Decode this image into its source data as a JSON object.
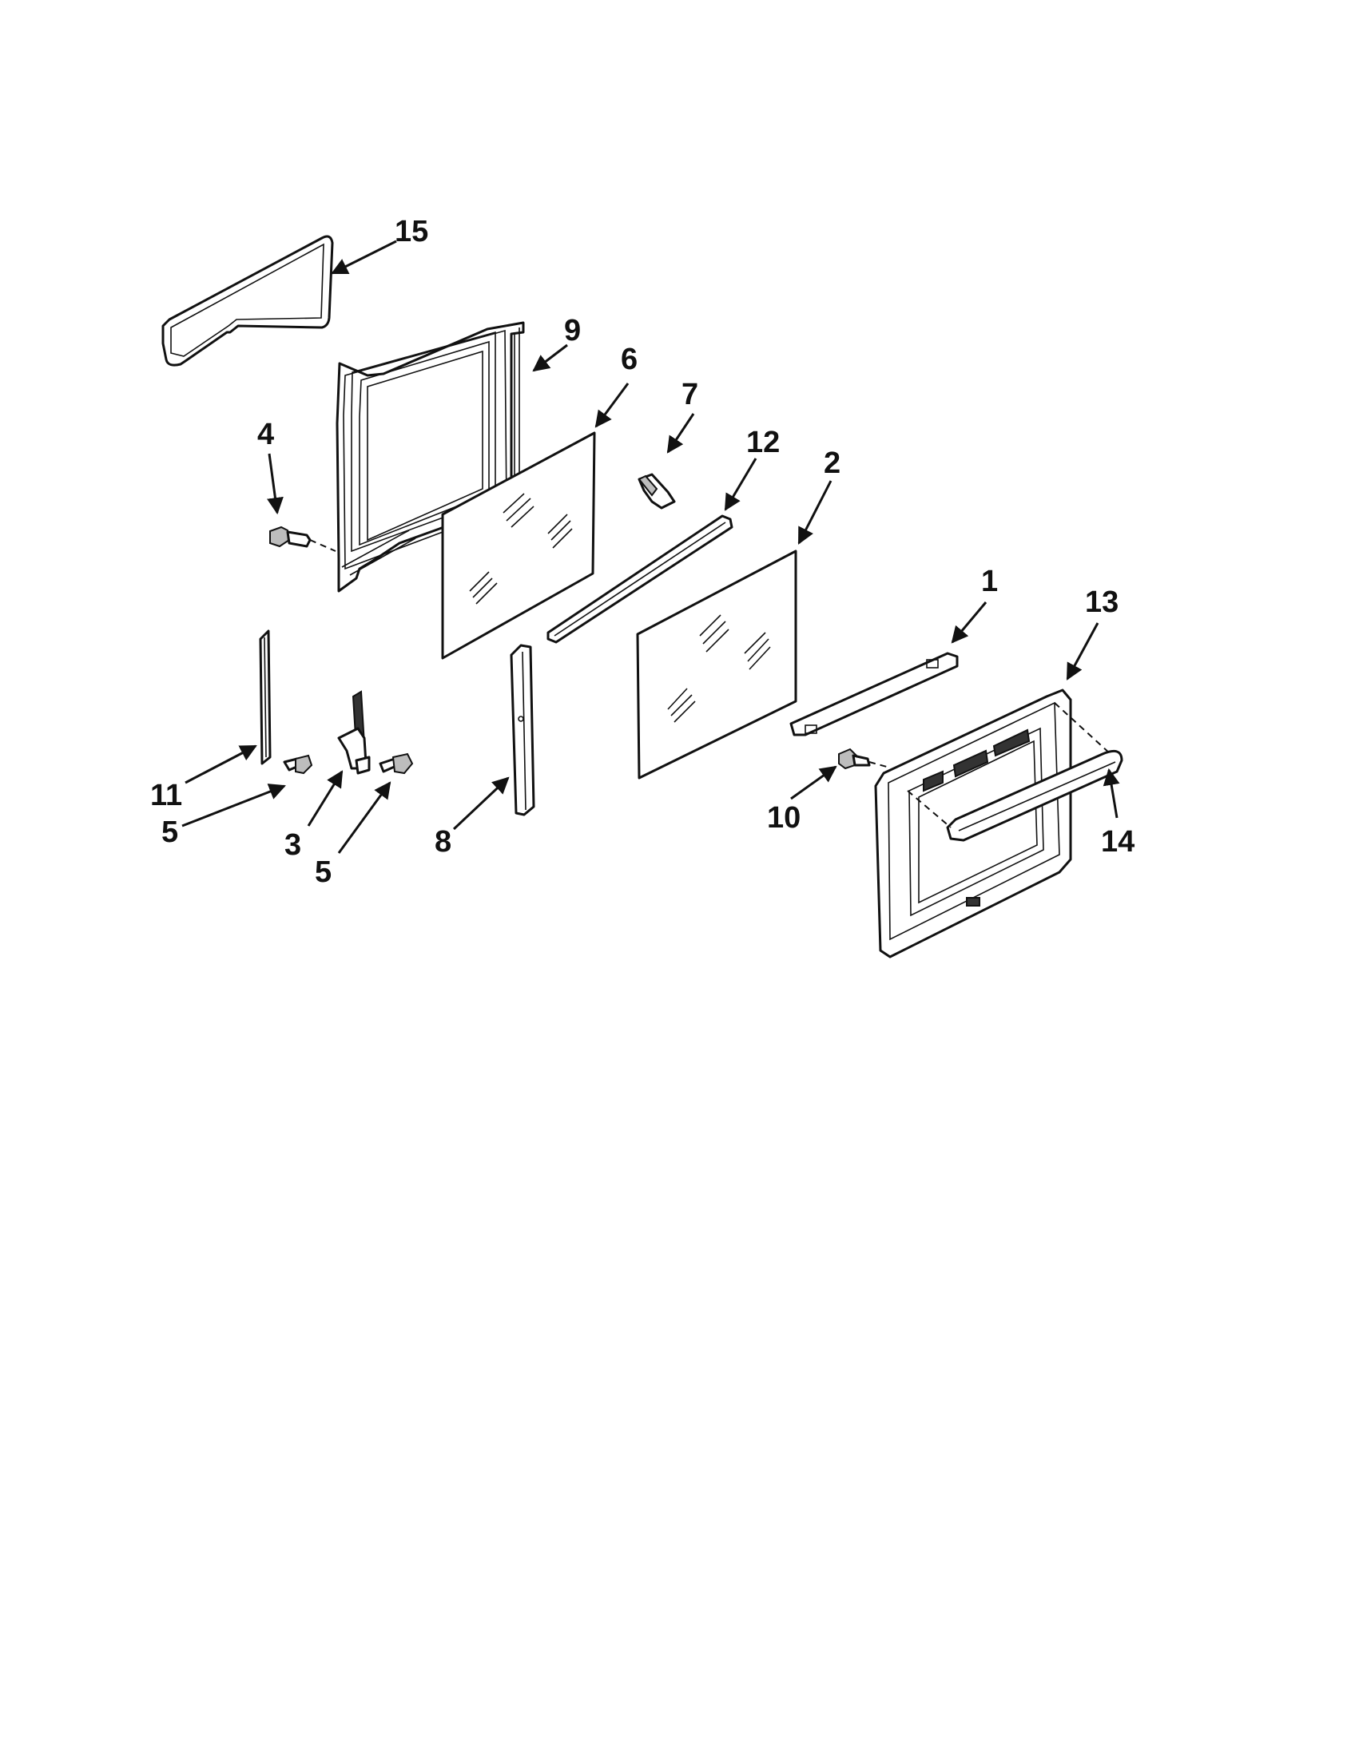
{
  "diagram": {
    "callouts": [
      {
        "id": "p1",
        "label": "1"
      },
      {
        "id": "p2",
        "label": "2"
      },
      {
        "id": "p3",
        "label": "3"
      },
      {
        "id": "p4",
        "label": "4"
      },
      {
        "id": "p5a",
        "label": "5"
      },
      {
        "id": "p5b",
        "label": "5"
      },
      {
        "id": "p6",
        "label": "6"
      },
      {
        "id": "p7",
        "label": "7"
      },
      {
        "id": "p8",
        "label": "8"
      },
      {
        "id": "p9",
        "label": "9"
      },
      {
        "id": "p10",
        "label": "10"
      },
      {
        "id": "p11",
        "label": "11"
      },
      {
        "id": "p12",
        "label": "12"
      },
      {
        "id": "p13",
        "label": "13"
      },
      {
        "id": "p14",
        "label": "14"
      },
      {
        "id": "p15",
        "label": "15"
      }
    ]
  }
}
